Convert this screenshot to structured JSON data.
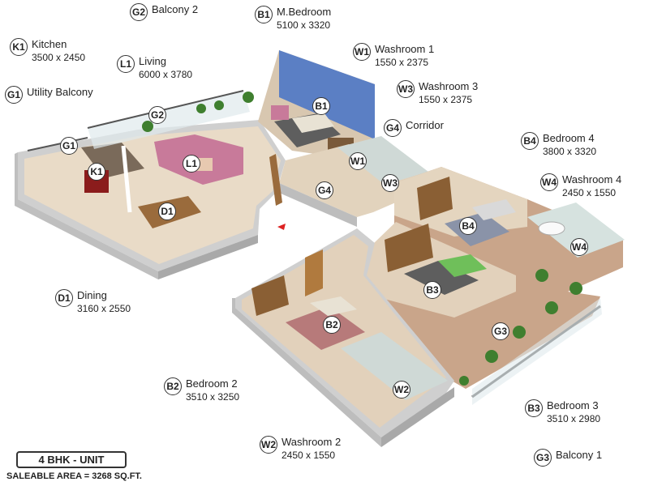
{
  "legend": [
    {
      "code": "G2",
      "name": "Balcony 2",
      "dim": ""
    },
    {
      "code": "B1",
      "name": "M.Bedroom",
      "dim": "5100 x 3320"
    },
    {
      "code": "K1",
      "name": "Kitchen",
      "dim": "3500 x 2450"
    },
    {
      "code": "L1",
      "name": "Living",
      "dim": "6000 x 3780"
    },
    {
      "code": "W1",
      "name": "Washroom 1",
      "dim": "1550 x 2375"
    },
    {
      "code": "G1",
      "name": "Utility Balcony",
      "dim": ""
    },
    {
      "code": "W3",
      "name": "Washroom 3",
      "dim": "1550 x 2375"
    },
    {
      "code": "G4",
      "name": "Corridor",
      "dim": ""
    },
    {
      "code": "B4",
      "name": "Bedroom 4",
      "dim": "3800 x 3320"
    },
    {
      "code": "W4",
      "name": "Washroom 4",
      "dim": "2450 x 1550"
    },
    {
      "code": "D1",
      "name": "Dining",
      "dim": "3160 x 2550"
    },
    {
      "code": "B2",
      "name": "Bedroom 2",
      "dim": "3510 x 3250"
    },
    {
      "code": "B3",
      "name": "Bedroom 3",
      "dim": "3510 x 2980"
    },
    {
      "code": "W2",
      "name": "Washroom 2",
      "dim": "2450 x 1550"
    },
    {
      "code": "G3",
      "name": "Balcony 1",
      "dim": ""
    }
  ],
  "markers": [
    "G2",
    "B1",
    "G1",
    "K1",
    "L1",
    "W1",
    "W3",
    "G4",
    "D1",
    "B4",
    "W4",
    "B3",
    "G3",
    "B2",
    "W2"
  ],
  "unit_label": "4 BHK - UNIT",
  "saleable_area": "SALEABLE AREA = 3268 SQ.FT.",
  "colors": {
    "floor": "#e8d9c4",
    "wall": "#ffffff",
    "wall_dark": "#4a4a4a",
    "bed_wall": "#5b7fc4",
    "tile": "#c9a58a",
    "wood": "#9a6b3c",
    "sofa": "#c87a9a",
    "plant": "#3f7f2f"
  }
}
